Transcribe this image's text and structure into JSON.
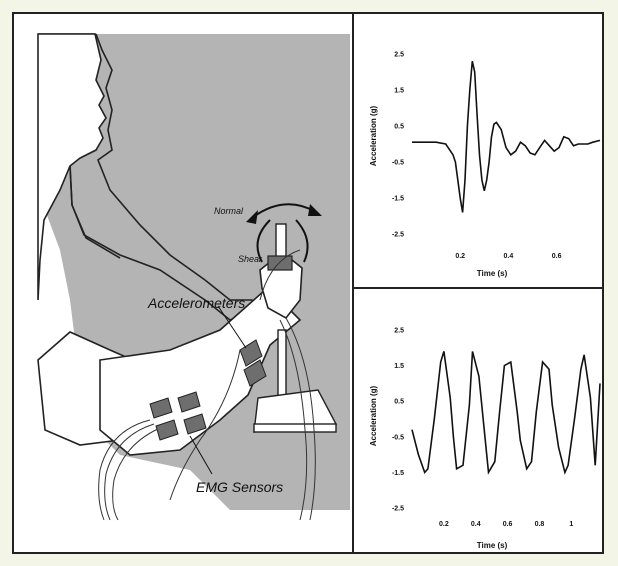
{
  "illustration": {
    "labels": {
      "normal": "Normal",
      "shear": "Shear",
      "accelerometers": "Accelerometers",
      "emg_sensors": "EMG Sensors"
    },
    "colors": {
      "background_panel": "#b4b4b4",
      "sensor": "#6e6e6e"
    }
  },
  "chart_data": [
    {
      "type": "line",
      "xlabel": "Time (s)",
      "ylabel": "Acceleration (g)",
      "xlim": [
        0,
        0.78
      ],
      "ylim": [
        -2.5,
        2.5
      ],
      "x_ticks": [
        "0.2",
        "0.4",
        "0.6"
      ],
      "y_ticks": [
        "2.5",
        "1.5",
        "0.5",
        "-0.5",
        "-1.5",
        "-2.5"
      ],
      "series": [
        {
          "x": [
            0,
            0.05,
            0.1,
            0.14,
            0.17,
            0.18,
            0.19,
            0.2,
            0.21,
            0.22,
            0.23,
            0.24,
            0.25,
            0.26,
            0.27,
            0.28,
            0.29,
            0.3,
            0.31,
            0.32,
            0.33,
            0.34,
            0.35,
            0.37,
            0.39,
            0.41,
            0.43,
            0.45,
            0.47,
            0.49,
            0.51,
            0.53,
            0.55,
            0.57,
            0.59,
            0.61,
            0.63,
            0.65,
            0.67,
            0.69,
            0.71,
            0.73,
            0.75,
            0.78
          ],
          "values": [
            0.05,
            0.05,
            0.05,
            0.0,
            -0.3,
            -0.5,
            -1.0,
            -1.5,
            -1.9,
            -1.0,
            0.5,
            1.5,
            2.3,
            2.0,
            0.8,
            -0.3,
            -1.0,
            -1.3,
            -1.0,
            -0.5,
            0.2,
            0.55,
            0.6,
            0.4,
            -0.1,
            -0.3,
            -0.2,
            0.05,
            -0.05,
            -0.25,
            -0.3,
            -0.1,
            0.1,
            -0.05,
            -0.2,
            -0.1,
            0.2,
            0.15,
            -0.05,
            0.0,
            0.0,
            0.0,
            0.05,
            0.1
          ]
        }
      ]
    },
    {
      "type": "line",
      "xlabel": "Time (s)",
      "ylabel": "Acceleration (g)",
      "xlim": [
        0,
        1.18
      ],
      "ylim": [
        -2.5,
        2.5
      ],
      "x_ticks": [
        "0.2",
        "0.4",
        "0.6",
        "0.8",
        "1"
      ],
      "y_ticks": [
        "2.5",
        "1.5",
        "0.5",
        "-0.5",
        "-1.5",
        "-2.5"
      ],
      "series": [
        {
          "x": [
            0.0,
            0.04,
            0.08,
            0.1,
            0.14,
            0.18,
            0.2,
            0.24,
            0.26,
            0.28,
            0.32,
            0.36,
            0.38,
            0.42,
            0.46,
            0.48,
            0.52,
            0.55,
            0.58,
            0.62,
            0.66,
            0.68,
            0.72,
            0.75,
            0.78,
            0.82,
            0.86,
            0.88,
            0.92,
            0.96,
            0.98,
            1.02,
            1.06,
            1.08,
            1.12,
            1.15,
            1.18
          ],
          "values": [
            -0.3,
            -1.0,
            -1.5,
            -1.4,
            0.0,
            1.6,
            1.9,
            0.6,
            -0.5,
            -1.4,
            -1.3,
            0.4,
            1.9,
            1.2,
            -0.6,
            -1.5,
            -1.2,
            0.2,
            1.5,
            1.6,
            0.2,
            -0.6,
            -1.4,
            -1.2,
            0.2,
            1.6,
            1.4,
            0.4,
            -0.8,
            -1.5,
            -1.3,
            0.0,
            1.4,
            1.8,
            0.6,
            -1.3,
            1.0
          ]
        }
      ]
    }
  ]
}
